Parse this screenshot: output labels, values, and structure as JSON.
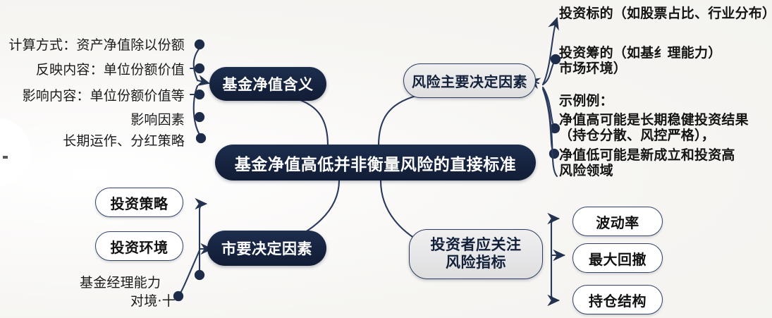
{
  "diagram": {
    "title": "基金净值高低并非衡量风险的直接标准",
    "type": "mind-map",
    "colors": {
      "dark_node": "#16233f",
      "gray_node": "#e6e6e8",
      "white_node": "#ffffff",
      "connector": "#2a3a5c",
      "text": "#1b1b1b",
      "background": "#f6f5f2"
    },
    "center_node": {
      "label": "基金净值高低并非衡量风险的直接标准"
    },
    "branches": {
      "fund_nav_meaning": {
        "label": "基金净值含义",
        "items": [
          "计算方式：资产净值除以份额",
          "反映内容：单位份额价值",
          "影响内容：单位份额价值等",
          "影响因素",
          "长期运作、分红策略"
        ]
      },
      "risk_main_factors": {
        "label": "风险主要决定因素",
        "items": [
          "投资标的（如股票占比、行业分布）",
          "投资筹的（如基纟理能力）\n市场环境）"
        ],
        "example_heading": "示例例：",
        "examples": [
          "净值高可能是长期稳健投资结果\n（持仓分散、风控严格），",
          "净值低可能是新成立和投资高\n风险领域"
        ]
      },
      "market_factors": {
        "label": "市要决定因素",
        "nodes": [
          "投资策略",
          "投资环境"
        ],
        "items": [
          "基金经理能力",
          "对境‧十"
        ]
      },
      "investor_risk_metrics": {
        "label": "投资者应关注\n风险指标",
        "nodes": [
          "波动率",
          "最大回撤",
          "持仓结构"
        ]
      }
    }
  }
}
